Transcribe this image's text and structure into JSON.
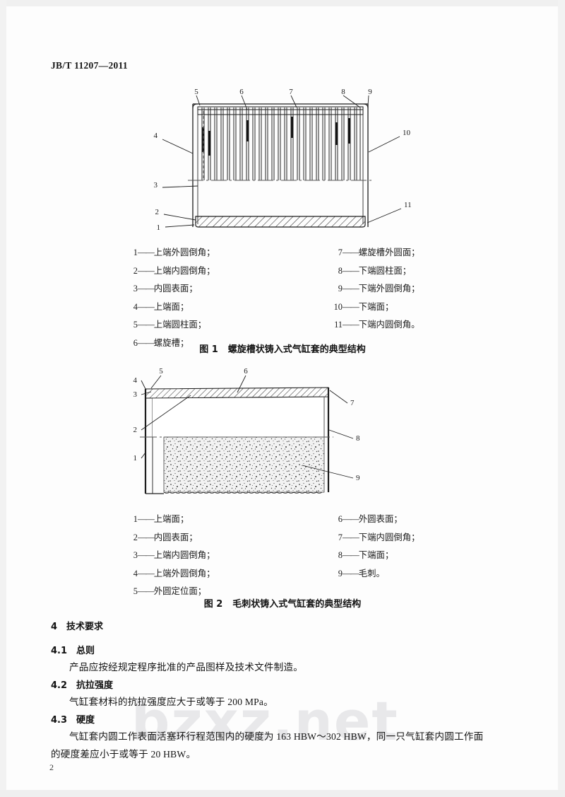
{
  "document": {
    "standard_code": "JB/T 11207—2011",
    "page_number": "2",
    "watermark": "bzxz.net"
  },
  "figure1": {
    "caption_label": "图 1",
    "caption_title": "螺旋槽状铸入式气缸套的典型结构",
    "callouts": [
      "1",
      "2",
      "3",
      "4",
      "5",
      "6",
      "7",
      "8",
      "9",
      "10",
      "11"
    ],
    "legend_left": [
      {
        "num": "1",
        "text": "上端外圆倒角；"
      },
      {
        "num": "2",
        "text": "上端内圆倒角；"
      },
      {
        "num": "3",
        "text": "内圆表面；"
      },
      {
        "num": "4",
        "text": "上端面；"
      },
      {
        "num": "5",
        "text": "上端圆柱面；"
      },
      {
        "num": "6",
        "text": "螺旋槽；"
      }
    ],
    "legend_right": [
      {
        "num": "7",
        "text": "螺旋槽外圆面；"
      },
      {
        "num": "8",
        "text": "下端圆柱面；"
      },
      {
        "num": "9",
        "text": "下端外圆倒角；"
      },
      {
        "num": "10",
        "text": "下端面；"
      },
      {
        "num": "11",
        "text": "下端内圆倒角。"
      }
    ]
  },
  "figure2": {
    "caption_label": "图 2",
    "caption_title": "毛刺状铸入式气缸套的典型结构",
    "callouts": [
      "1",
      "2",
      "3",
      "4",
      "5",
      "6",
      "7",
      "8",
      "9"
    ],
    "legend_left": [
      {
        "num": "1",
        "text": "上端面；"
      },
      {
        "num": "2",
        "text": "内圆表面；"
      },
      {
        "num": "3",
        "text": "上端内圆倒角；"
      },
      {
        "num": "4",
        "text": "上端外圆倒角；"
      },
      {
        "num": "5",
        "text": "外圆定位面；"
      }
    ],
    "legend_right": [
      {
        "num": "6",
        "text": "外圆表面；"
      },
      {
        "num": "7",
        "text": "下端内圆倒角；"
      },
      {
        "num": "8",
        "text": "下端面；"
      },
      {
        "num": "9",
        "text": "毛刺。"
      }
    ]
  },
  "section4": {
    "number": "4",
    "title": "技术要求",
    "sub41": {
      "number": "4.1",
      "title": "总则",
      "body": "产品应按经规定程序批准的产品图样及技术文件制造。"
    },
    "sub42": {
      "number": "4.2",
      "title": "抗拉强度",
      "body": "气缸套材料的抗拉强度应大于或等于 200 MPa。"
    },
    "sub43": {
      "number": "4.3",
      "title": "硬度",
      "body_line1": "气缸套内圆工作表面活塞环行程范围内的硬度为 163 HBW～302 HBW，同一只气缸套内圆工作面",
      "body_line2": "的硬度差应小于或等于 20 HBW。"
    }
  }
}
